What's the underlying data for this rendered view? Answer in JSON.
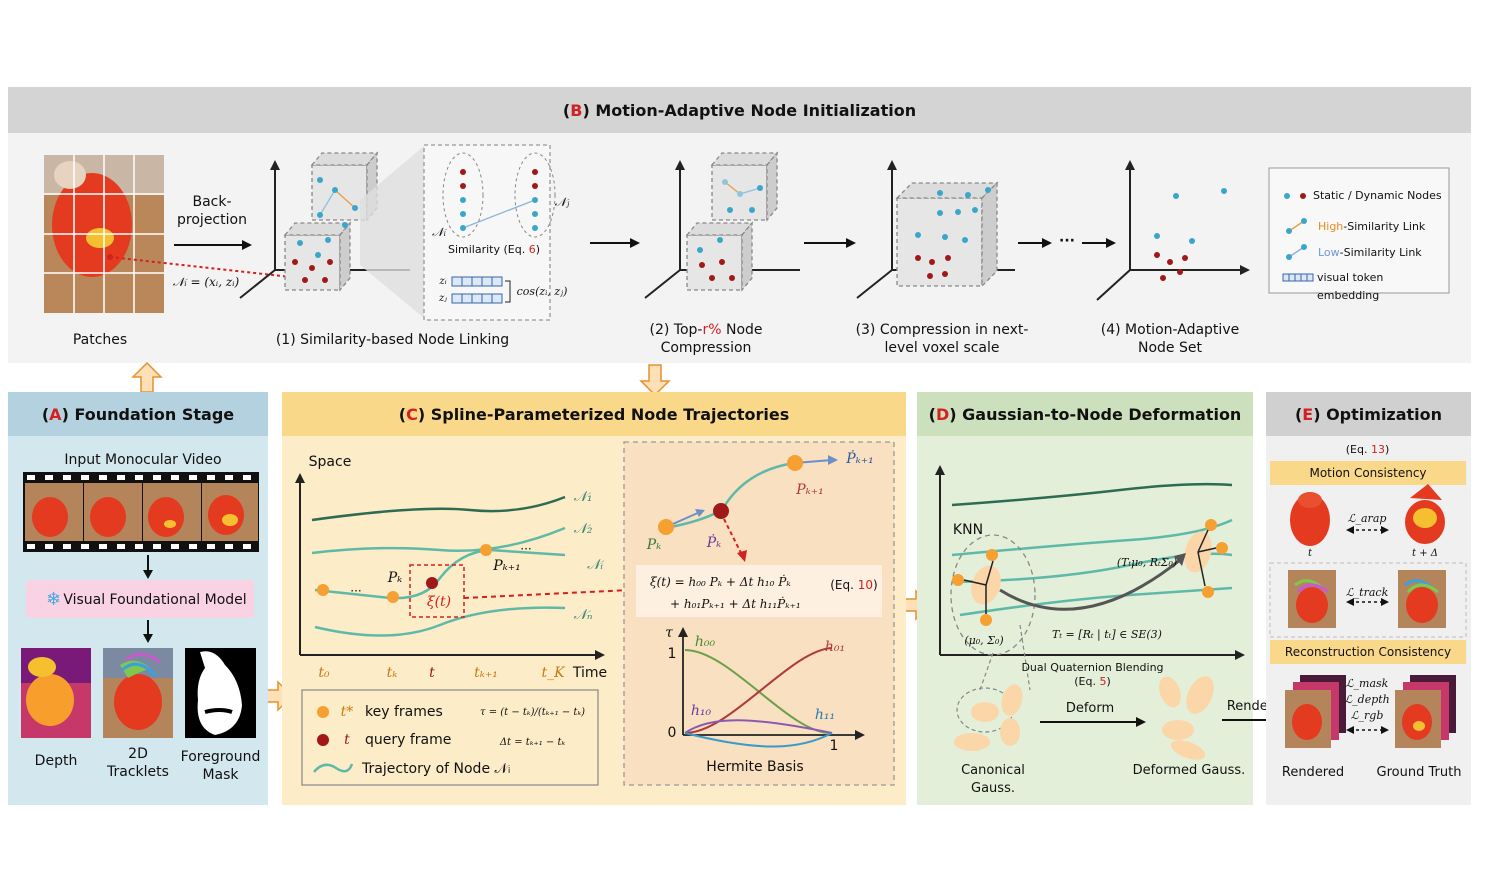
{
  "panelB": {
    "letter": "B",
    "title": "Motion-Adaptive Node Initialization",
    "patches_label": "Patches",
    "backprojection": "Back-\nprojection",
    "ni_eq": "𝒩ᵢ = (xᵢ, zᵢ)",
    "similarity": "Similarity (Eq. ",
    "similarity_eq": "6",
    "ni_sym": "𝒩ᵢ",
    "nj_sym": "𝒩ⱼ",
    "zi": "zᵢ",
    "zj": "zⱼ",
    "cos": "cos(zᵢ, zⱼ)",
    "step1": "(1) Similarity-based Node Linking",
    "step2a": "(2) Top-",
    "step2r": "r%",
    "step2b": " Node",
    "step2c": "Compression",
    "step3a": "(3) Compression in next-",
    "step3b": "level voxel scale",
    "step4a": "(4) Motion-Adaptive",
    "step4b": "Node Set",
    "dots": "···",
    "legend": {
      "nodes": "Static / Dynamic Nodes",
      "high_a": "High",
      "high_b": "-Similarity Link",
      "low_a": "Low",
      "low_b": "-Similarity Link",
      "token": "visual token embedding"
    }
  },
  "panelA": {
    "letter": "A",
    "title": "Foundation Stage",
    "video": "Input Monocular Video",
    "model": "Visual Foundational Model",
    "depth": "Depth",
    "track": "2D\nTracklets",
    "mask": "Foreground\nMask"
  },
  "panelC": {
    "letter": "C",
    "title": "Spline-Parameterized Node Trajectories",
    "space": "Space",
    "time": "Time",
    "n1": "𝒩₁",
    "n2": "𝒩₂",
    "ni": "𝒩ᵢ",
    "nn": "𝒩ₙ",
    "pk": "Pₖ",
    "pk1": "Pₖ₊₁",
    "xi": "ξ(t)",
    "dots": "···",
    "t0": "t₀",
    "tk": "tₖ",
    "t": "t",
    "tk1": "tₖ₊₁",
    "tK": "t_K",
    "legend_key": "key frames",
    "legend_key_sym": "t*",
    "legend_query": "query frame",
    "legend_query_sym": "t",
    "legend_traj": "Trajectory of Node 𝒩ᵢ",
    "tau_def": "τ = (t − tₖ)/(tₖ₊₁ − tₖ)",
    "dt_def": "Δt = tₖ₊₁ − tₖ",
    "eq_line1": "ξ(t) = h₀₀ Pₖ + Δt h₁₀ Ṗₖ",
    "eq_line2": "+ h₀₁Pₖ₊₁ + Δt h₁₁Ṗₖ₊₁",
    "eq_ref_a": "(Eq. ",
    "eq_ref_n": "10",
    "eq_ref_b": ")",
    "dpk": "Ṗₖ",
    "dpk1": "Ṗₖ₊₁",
    "h00": "h₀₀",
    "h01": "h₀₁",
    "h10": "h₁₀",
    "h11": "h₁₁",
    "tau": "τ",
    "one": "1",
    "zero": "0",
    "one_x": "1",
    "hermite": "Hermite Basis"
  },
  "panelD": {
    "letter": "D",
    "title": "Gaussian-to-Node Deformation",
    "knn": "KNN",
    "tmu": "(Tₜμ₀, RₜΣ₀)",
    "mu0": "(μ₀, Σ₀)",
    "tt": "Tₜ = [Rₜ | tₜ] ∈ SE(3)",
    "dqb": "Dual Quaternion Blending",
    "dqb_eq_a": "(Eq. ",
    "dqb_eq_n": "5",
    "dqb_eq_b": ")",
    "deform": "Deform",
    "render": "Render",
    "canon": "Canonical Gauss.",
    "deformed": "Deformed Gauss."
  },
  "panelE": {
    "letter": "E",
    "title": "Optimization",
    "eq_a": "(Eq. ",
    "eq_n": "13",
    "eq_b": ")",
    "motion": "Motion Consistency",
    "l_arap": "ℒ_arap",
    "t": "t",
    "tdelta": "t + Δ",
    "l_track": "ℒ_track",
    "recon": "Reconstruction Consistency",
    "l_mask": "ℒ_mask",
    "l_depth": "ℒ_depth",
    "l_rgb": "ℒ_rgb",
    "rendered": "Rendered",
    "gt": "Ground Truth"
  },
  "colors": {
    "static": "#3aa6c9",
    "dynamic": "#a01818",
    "orange": "#f5a030",
    "green_curve": "#2d6b52",
    "teal_curve": "#5fb9a8"
  }
}
